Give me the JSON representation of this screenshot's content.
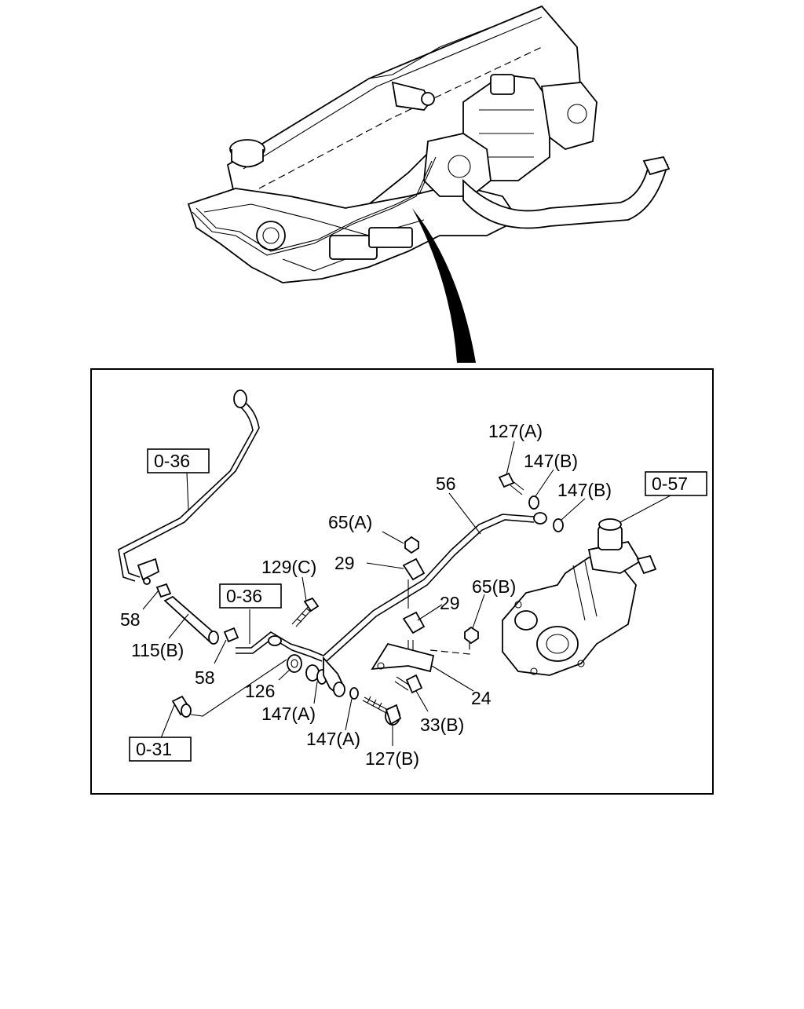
{
  "diagram": {
    "callouts": {
      "c1": "127(A)",
      "c2": "147(B)",
      "c3": "147(B)",
      "c4": "56",
      "c5": "65(A)",
      "c6": "29",
      "c7": "129(C)",
      "c8": "29",
      "c9": "65(B)",
      "c10": "58",
      "c11": "115(B)",
      "c12": "58",
      "c13": "126",
      "c14": "147(A)",
      "c15": "24",
      "c16": "33(B)",
      "c17": "147(A)",
      "c18": "127(B)"
    },
    "references": {
      "r1": "0-36",
      "r2": "0-36",
      "r3": "0-57",
      "r4": "0-31"
    }
  }
}
